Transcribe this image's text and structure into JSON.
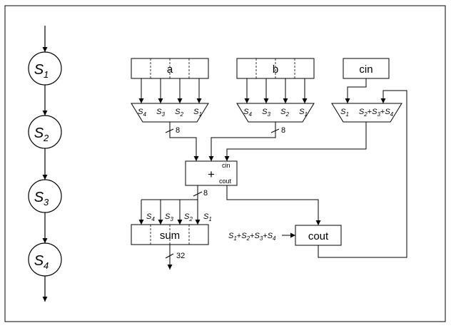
{
  "states": [
    {
      "base": "S",
      "sub": "1"
    },
    {
      "base": "S",
      "sub": "2"
    },
    {
      "base": "S",
      "sub": "3"
    },
    {
      "base": "S",
      "sub": "4"
    }
  ],
  "registers": {
    "a": "a",
    "b": "b",
    "cin": "cin",
    "sum": "sum",
    "cout": "cout"
  },
  "mux_a_inputs": [
    {
      "base": "S",
      "sub": "4"
    },
    {
      "base": "S",
      "sub": "3"
    },
    {
      "base": "S",
      "sub": "2"
    },
    {
      "base": "S",
      "sub": "1"
    }
  ],
  "mux_b_inputs": [
    {
      "base": "S",
      "sub": "4"
    },
    {
      "base": "S",
      "sub": "3"
    },
    {
      "base": "S",
      "sub": "2"
    },
    {
      "base": "S",
      "sub": "1"
    }
  ],
  "mux_cin_inputs": {
    "left": {
      "base": "S",
      "sub": "1"
    },
    "right": [
      {
        "base": "S",
        "sub": "2"
      },
      {
        "sep": "+"
      },
      {
        "base": "S",
        "sub": "3"
      },
      {
        "sep": "+"
      },
      {
        "base": "S",
        "sub": "4"
      }
    ]
  },
  "adder": {
    "op": "+",
    "cin": "cin",
    "cout": "cout"
  },
  "sum_enables": [
    {
      "base": "S",
      "sub": "4"
    },
    {
      "base": "S",
      "sub": "3"
    },
    {
      "base": "S",
      "sub": "2"
    },
    {
      "base": "S",
      "sub": "1"
    }
  ],
  "cout_enable": [
    {
      "base": "S",
      "sub": "1"
    },
    {
      "sep": "+"
    },
    {
      "base": "S",
      "sub": "2"
    },
    {
      "sep": "+"
    },
    {
      "base": "S",
      "sub": "3"
    },
    {
      "sep": "+"
    },
    {
      "base": "S",
      "sub": "4"
    }
  ],
  "bus_widths": {
    "mux_a": "8",
    "mux_b": "8",
    "adder_out": "8",
    "sum_out": "32"
  }
}
